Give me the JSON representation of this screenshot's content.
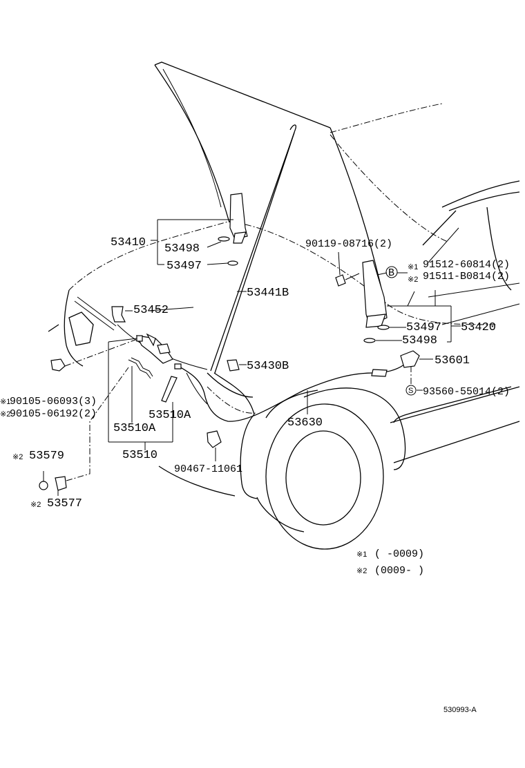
{
  "labels": {
    "p53410": "53410",
    "p53498_top": "53498",
    "p53497_top": "53497",
    "p90119": "90119-08716(2)",
    "p91512": "91512-60814(2)",
    "p91511": "91511-B0814(2)",
    "p53441B": "53441B",
    "p53452": "53452",
    "p53497_right": "53497",
    "p53420": "53420",
    "p53498_right": "53498",
    "p53430B": "53430B",
    "p53601": "53601",
    "p93560": "93560-55014(2)",
    "p90105_1": "90105-06093(3)",
    "p90105_2": "90105-06192(2)",
    "p53510A_right": "53510A",
    "p53510A_left": "53510A",
    "p53630": "53630",
    "p53510": "53510",
    "p53579": "53579",
    "p90467": "90467-11061",
    "p53577": "53577"
  },
  "markers": {
    "note1": "※1",
    "note2": "※2",
    "circle_b": "B",
    "circle_s": "S"
  },
  "legend": {
    "line1_mark": "※1",
    "line1_text": "(      -0009)",
    "line2_mark": "※2",
    "line2_text": "(0009-      )"
  },
  "figure_code": "530993-A"
}
